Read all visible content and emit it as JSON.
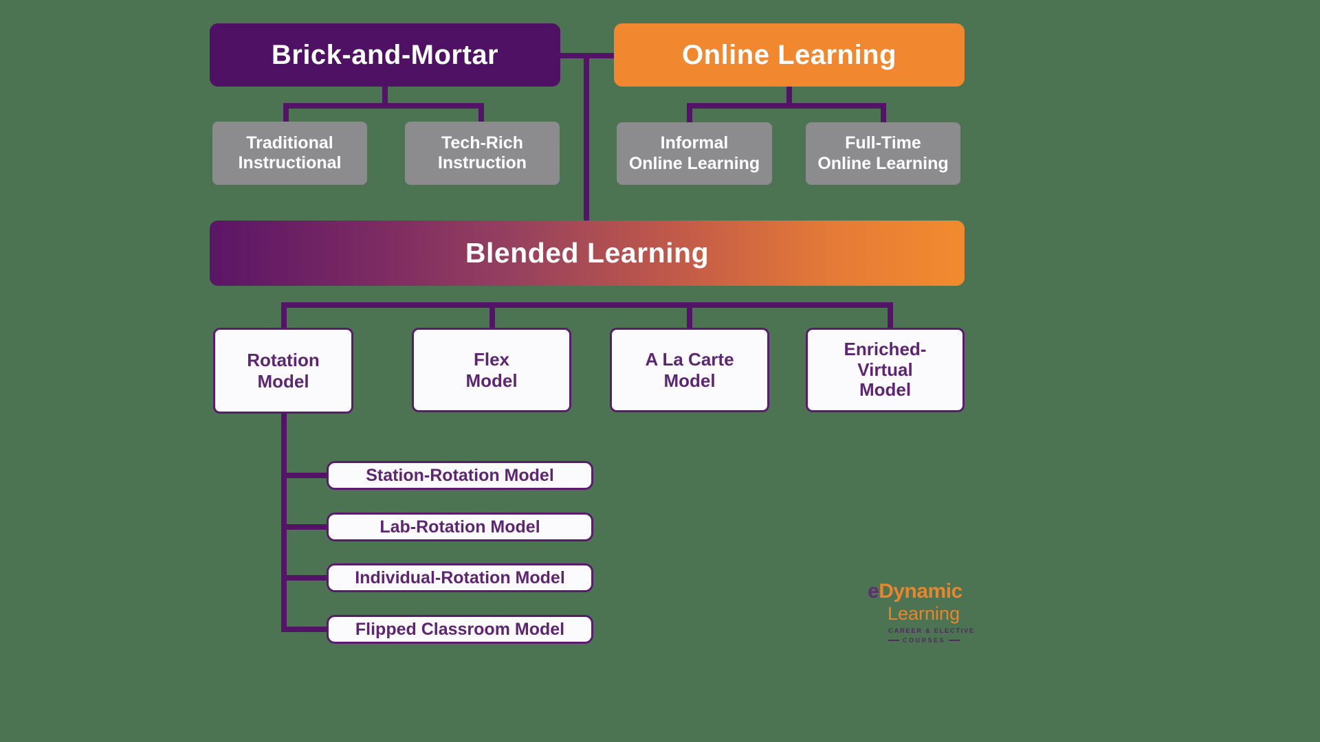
{
  "diagram": {
    "roots": {
      "brick_and_mortar": {
        "label": "Brick-and-Mortar"
      },
      "online_learning": {
        "label": "Online Learning"
      }
    },
    "brick_children": [
      {
        "label": [
          "Traditional",
          "Instructional"
        ]
      },
      {
        "label": [
          "Tech-Rich",
          "Instruction"
        ]
      }
    ],
    "online_children": [
      {
        "label": [
          "Informal",
          "Online Learning"
        ]
      },
      {
        "label": [
          "Full-Time",
          "Online Learning"
        ]
      }
    ],
    "blended": {
      "label": "Blended Learning"
    },
    "blended_children": [
      {
        "label": [
          "Rotation",
          "Model"
        ]
      },
      {
        "label": [
          "Flex",
          "Model"
        ]
      },
      {
        "label": [
          "A La Carte",
          "Model"
        ]
      },
      {
        "label": [
          "Enriched-",
          "Virtual",
          "Model"
        ]
      }
    ],
    "rotation_children": [
      {
        "label": "Station-Rotation Model"
      },
      {
        "label": "Lab-Rotation Model"
      },
      {
        "label": "Individual-Rotation Model"
      },
      {
        "label": "Flipped Classroom Model"
      }
    ]
  },
  "logo": {
    "e": "e",
    "dynamic": "Dynamic",
    "learning": "Learning",
    "tagline": "CAREER & ELECTIVE",
    "tagline2": "COURSES"
  },
  "colors": {
    "background": "#4c7452",
    "purple": "#4e1164",
    "connector": "#531467",
    "orange": "#f1882f",
    "gray": "#8c8b8e",
    "node_bg": "#fbfafc",
    "node_border": "#5a1a6e",
    "node_text": "#5d2572",
    "grad_left": "#5a1566",
    "grad_mid": "#96405f",
    "grad_right": "#f28b2e",
    "logo_orange": "#e8862d",
    "logo_purple": "#5f2e71",
    "logo_dark": "#4f2b5c"
  }
}
